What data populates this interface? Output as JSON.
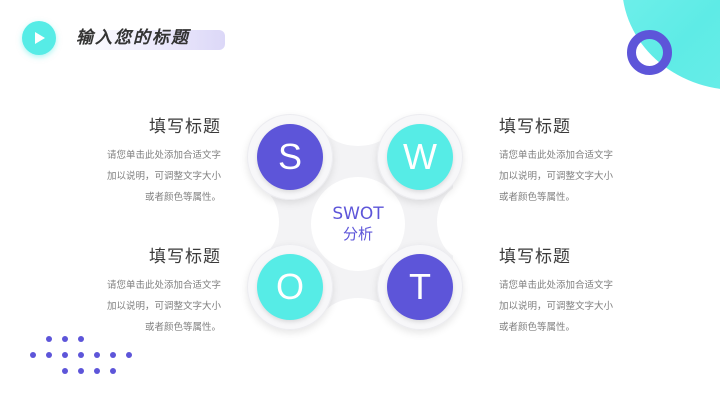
{
  "header": {
    "title": "输入您的标题",
    "play_icon": "play-icon"
  },
  "colors": {
    "purple": "#5d55d9",
    "cyan": "#56ece6",
    "text_dark": "#3a3a3a",
    "text_gray": "#808080"
  },
  "blocks": [
    {
      "position": "top-left",
      "title": "填写标题",
      "lines": [
        "请您单击此处添加合适文字",
        "加以说明，可调整文字大小",
        "或者颜色等属性。"
      ]
    },
    {
      "position": "bottom-left",
      "title": "填写标题",
      "lines": [
        "请您单击此处添加合适文字",
        "加以说明，可调整文字大小",
        "或者颜色等属性。"
      ]
    },
    {
      "position": "top-right",
      "title": "填写标题",
      "lines": [
        "请您单击此处添加合适文字",
        "加以说明，可调整文字大小",
        "或者颜色等属性。"
      ]
    },
    {
      "position": "bottom-right",
      "title": "填写标题",
      "lines": [
        "请您单击此处添加合适文字",
        "加以说明，可调整文字大小",
        "或者颜色等属性。"
      ]
    }
  ],
  "swot": {
    "center_line1": "SWOT",
    "center_line2": "分析",
    "quadrants": [
      {
        "letter": "S",
        "color": "#5d55d9"
      },
      {
        "letter": "W",
        "color": "#56ece6"
      },
      {
        "letter": "O",
        "color": "#56ece6"
      },
      {
        "letter": "T",
        "color": "#5d55d9"
      }
    ]
  }
}
